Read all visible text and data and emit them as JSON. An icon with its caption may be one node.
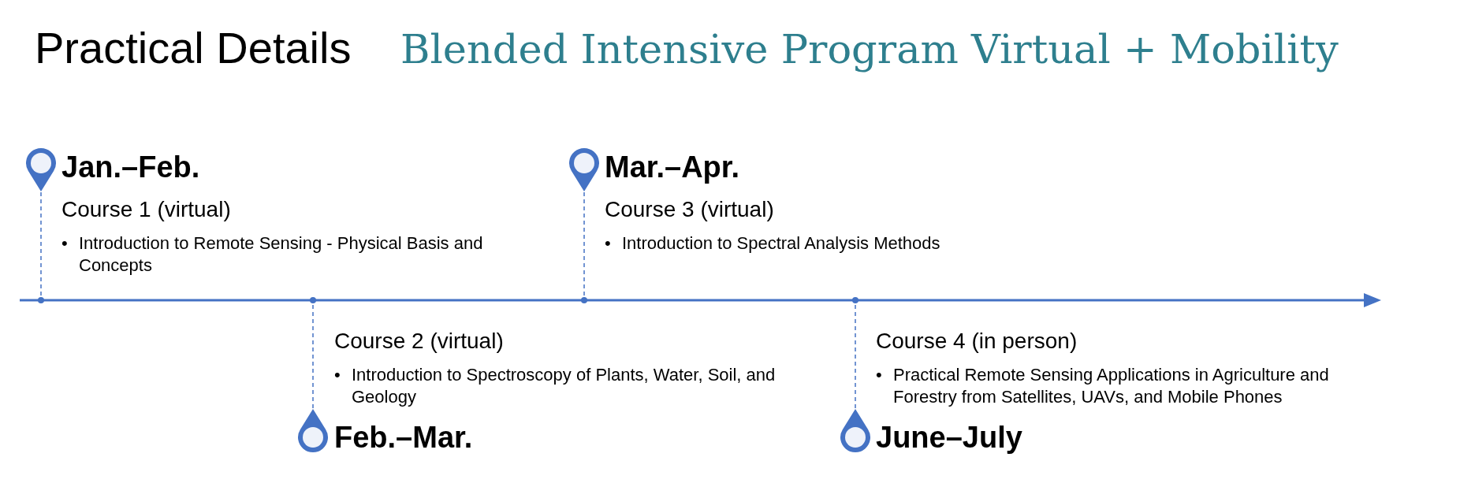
{
  "diagram": {
    "title": "Practical Details",
    "nodes": [
      {
        "text": [
          "Jan.–Feb.",
          "Course 1 (virtual)",
          "•",
          "Introduction to Remote Sensing - Physical Basis and Concepts"
        ]
      },
      {
        "text": [
          "Course 2 (virtual)",
          "•",
          "Introduction to Spectroscopy of Plants, Water, Soil, and Geology",
          "Feb.–Mar."
        ]
      },
      {
        "text": [
          "Mar.–Apr.",
          "Course 3 (virtual)",
          "•",
          "Introduction to Spectral Analysis Methods"
        ]
      },
      {
        "text": [
          "Course 4 (in person)",
          "•",
          "Practical Remote Sensing Applications in Agriculture and Forestry from Satellites, UAVs, and Mobile Phones",
          "June–July"
        ]
      },
      {
        "text": [],
        "shape": "pin"
      },
      {
        "text": [],
        "shape": "pin"
      },
      {
        "text": [],
        "shape": "pin"
      },
      {
        "text": [],
        "shape": "pin"
      },
      {
        "text": [],
        "shape": "circle"
      },
      {
        "text": [],
        "shape": "circle"
      },
      {
        "text": [],
        "shape": "circle"
      },
      {
        "text": [],
        "shape": "circle"
      }
    ],
    "edges": [
      {
        "from": 4,
        "to": 8,
        "arrow": "none",
        "style": "dashed"
      },
      {
        "from": 5,
        "to": 9,
        "arrow": "none",
        "style": "dashed"
      },
      {
        "from": 6,
        "to": 10,
        "arrow": "none",
        "style": "dashed"
      },
      {
        "from": 7,
        "to": 11,
        "arrow": "none",
        "style": "dashed"
      }
    ],
    "labels": [
      "Blended Intensive Program Virtual + Mobility"
    ]
  }
}
